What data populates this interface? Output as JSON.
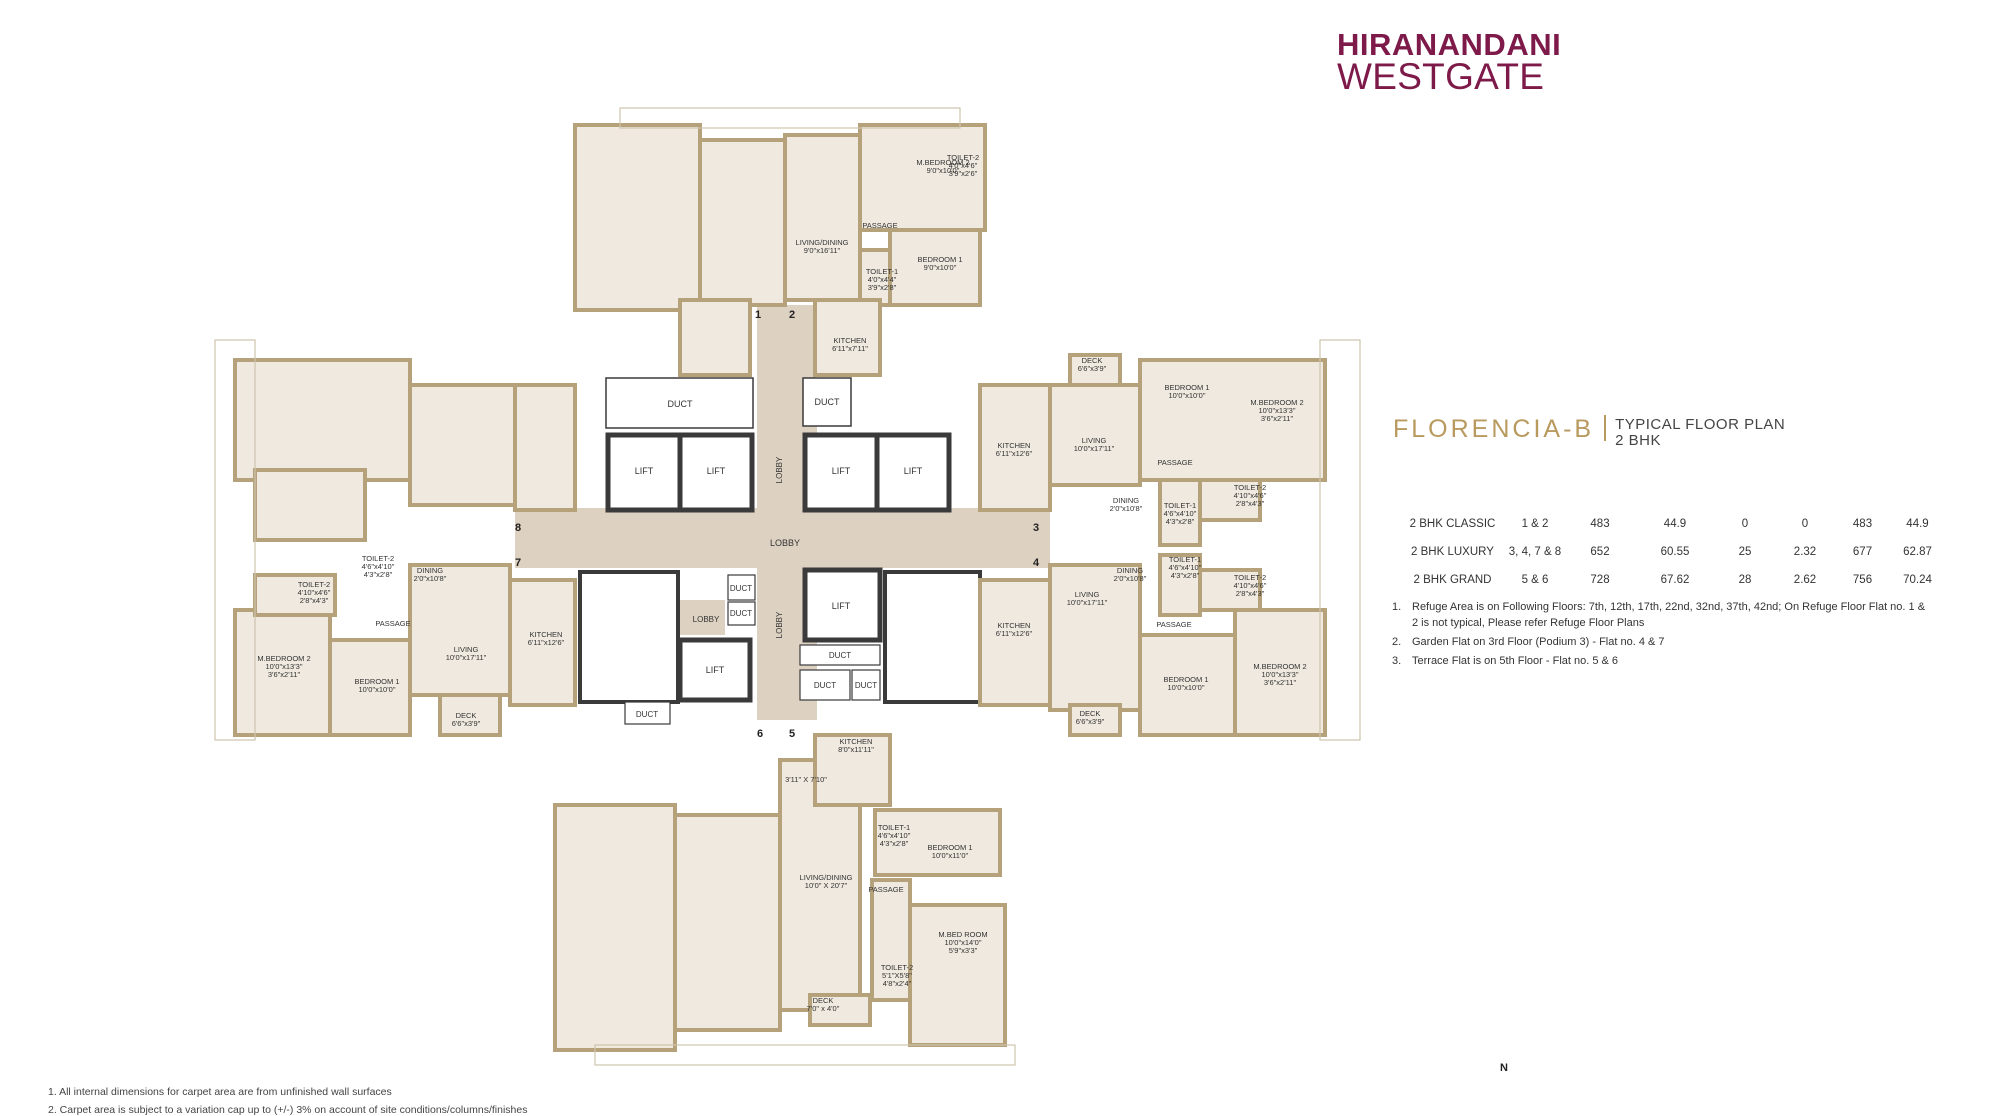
{
  "brand": {
    "line1": "HIRANANDANI",
    "line2": "WESTGATE",
    "color": "#7d1a4a"
  },
  "heading": {
    "project": "FLORENCIA-B",
    "plan_title": "TYPICAL FLOOR PLAN",
    "plan_type": "2 BHK",
    "accent": "#b89a5f"
  },
  "area_table": [
    [
      "2 BHK CLASSIC",
      "1 & 2",
      "483",
      "44.9",
      "0",
      "0",
      "483",
      "44.9"
    ],
    [
      "2 BHK LUXURY",
      "3, 4, 7 & 8",
      "652",
      "60.55",
      "25",
      "2.32",
      "677",
      "62.87"
    ],
    [
      "2 BHK GRAND",
      "5 & 6",
      "728",
      "67.62",
      "28",
      "2.62",
      "756",
      "70.24"
    ]
  ],
  "notes": [
    {
      "num": "1.",
      "text": "Refuge Area is on Following Floors: 7th, 12th, 17th, 22nd, 32nd, 37th, 42nd; On Refuge Floor Flat no. 1 & 2 is not typical, Please refer Refuge Floor Plans"
    },
    {
      "num": "2.",
      "text": "Garden Flat on 3rd Floor (Podium 3) - Flat no. 4 & 7"
    },
    {
      "num": "3.",
      "text": "Terrace Flat is on 5th Floor - Flat no. 5 & 6"
    }
  ],
  "footnotes": [
    "1. All internal dimensions for carpet area are from unfinished wall surfaces",
    "2. Carpet area is subject to a variation cap up to (+/-) 3% on account of site conditions/columns/finishes"
  ],
  "north_label": "N",
  "colors": {
    "wall": "#b5a27a",
    "floor": "#efe9df",
    "core": "#ddd2c2",
    "text": "#3a3a3a"
  },
  "plan": {
    "flat_numbers": [
      "1",
      "2",
      "3",
      "4",
      "5",
      "6",
      "7",
      "8"
    ],
    "core": {
      "lobby": "LOBBY",
      "lift": "LIFT",
      "duct": "DUCT"
    },
    "room_labels": [
      {
        "name": "M.BEDROOM 2",
        "dim": "9'0\"x10'0\""
      },
      {
        "name": "TOILET-2",
        "dim": "4'0\"x4'6\"",
        "dim2": "3'9\"x2'6\""
      },
      {
        "name": "PASSAGE"
      },
      {
        "name": "LIVING/DINING",
        "dim": "9'0\"x16'11\""
      },
      {
        "name": "BEDROOM 1",
        "dim": "9'0\"x10'0\""
      },
      {
        "name": "TOILET-1",
        "dim": "4'0\"x4'4\"",
        "dim2": "3'9\"x2'8\""
      },
      {
        "name": "KITCHEN",
        "dim": "6'11\"x7'11\""
      },
      {
        "name": "DECK",
        "dim": "6'6\"x3'9\""
      },
      {
        "name": "BEDROOM 1",
        "dim": "10'0\"x10'0\""
      },
      {
        "name": "M.BEDROOM 2",
        "dim": "10'0\"x13'3\"",
        "dim2": "3'6\"x2'11\""
      },
      {
        "name": "KITCHEN",
        "dim": "6'11\"x12'6\""
      },
      {
        "name": "LIVING",
        "dim": "10'0\"x17'11\""
      },
      {
        "name": "PASSAGE"
      },
      {
        "name": "DINING",
        "dim": "2'0\"x10'8\""
      },
      {
        "name": "TOILET-1",
        "dim": "4'6\"x4'10\"",
        "dim2": "4'3\"x2'8\""
      },
      {
        "name": "TOILET-2",
        "dim": "4'10\"x4'6\"",
        "dim2": "2'8\"x4'3\""
      },
      {
        "name": "DINING",
        "dim": "2'0\"x10'8\""
      },
      {
        "name": "TOILET-1",
        "dim": "4'6\"x4'10\"",
        "dim2": "4'3\"x2'8\""
      },
      {
        "name": "TOILET-2",
        "dim": "4'10\"x4'6\"",
        "dim2": "2'8\"x4'3\""
      },
      {
        "name": "LIVING",
        "dim": "10'0\"x17'11\""
      },
      {
        "name": "KITCHEN",
        "dim": "6'11\"x12'6\""
      },
      {
        "name": "PASSAGE"
      },
      {
        "name": "BEDROOM 1",
        "dim": "10'0\"x10'0\""
      },
      {
        "name": "M.BEDROOM 2",
        "dim": "10'0\"x13'3\"",
        "dim2": "3'6\"x2'11\""
      },
      {
        "name": "DECK",
        "dim": "6'6\"x3'9\""
      },
      {
        "name": "KITCHEN",
        "dim": "8'0\"x11'11\""
      },
      {
        "name": "3'11\" X 7'10\""
      },
      {
        "name": "TOILET-1",
        "dim": "4'6\"x4'10\"",
        "dim2": "4'3\"x2'8\""
      },
      {
        "name": "BEDROOM 1",
        "dim": "10'0\"x11'0\""
      },
      {
        "name": "LIVING/DINING",
        "dim": "10'0\" X 20'7\""
      },
      {
        "name": "PASSAGE"
      },
      {
        "name": "M.BED ROOM",
        "dim": "10'0\"x14'0\"",
        "dim2": "5'9\"x3'3\""
      },
      {
        "name": "TOILET-2",
        "dim": "5'1\"X5'8\"",
        "dim2": "4'8\"x2'4\""
      },
      {
        "name": "DECK",
        "dim": "7'0\" x 4'0\""
      },
      {
        "name": "TOILET-2",
        "dim": "4'6\"x4'10\"",
        "dim2": "4'3\"x2'8\""
      },
      {
        "name": "DINING",
        "dim": "2'0\"x10'8\""
      },
      {
        "name": "TOILET-2",
        "dim": "4'10\"x4'6\"",
        "dim2": "2'8\"x4'3\""
      },
      {
        "name": "PASSAGE"
      },
      {
        "name": "LIVING",
        "dim": "10'0\"x17'11\""
      },
      {
        "name": "KITCHEN",
        "dim": "6'11\"x12'6\""
      },
      {
        "name": "M.BEDROOM 2",
        "dim": "10'0\"x13'3\"",
        "dim2": "3'6\"x2'11\""
      },
      {
        "name": "BEDROOM 1",
        "dim": "10'0\"x10'0\""
      },
      {
        "name": "DECK",
        "dim": "6'6\"x3'9\""
      }
    ]
  }
}
